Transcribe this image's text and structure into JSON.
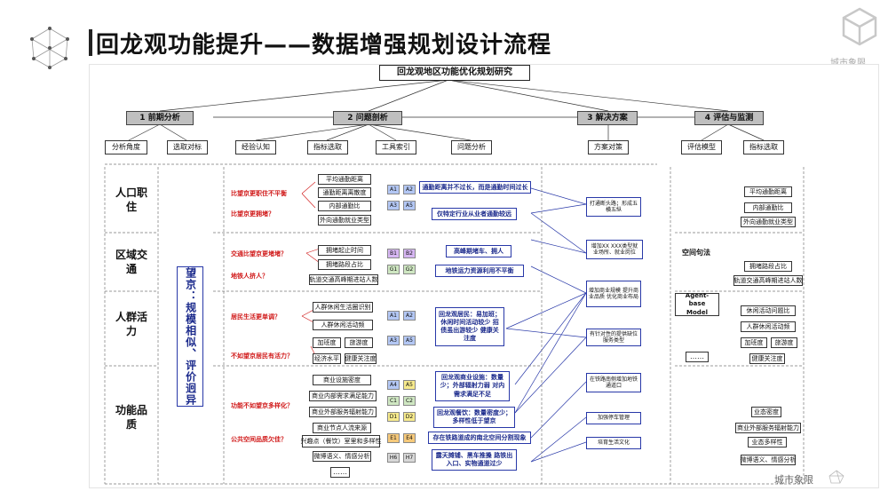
{
  "title": "回龙观功能提升——数据增强规划设计流程",
  "brand": "城市象限",
  "root": "回龙观地区功能优化规划研究",
  "stages": [
    "1 前期分析",
    "2 问题剖析",
    "3 解决方案",
    "4 评估与监测"
  ],
  "subs": [
    "分析角度",
    "选取对标",
    "经验认知",
    "指标选取",
    "工具索引",
    "问题分析",
    "方案对策",
    "评估模型",
    "指标选取"
  ],
  "rows": [
    "人口职住",
    "区域交通",
    "人群活力",
    "功能品质"
  ],
  "wangjing": "望京：规模相似、评价迥异",
  "questions": [
    "比望京更职住不平衡",
    "比望京更拥堵？",
    "交通比望京更堵堵？",
    "地铁人挤人？",
    "居民生活更单调？",
    "不如望京居民有活力？",
    "功能不如望京多样化？",
    "公共空间品质欠佳？"
  ],
  "indicators": [
    "平均通勤距离",
    "通勤距离离散度",
    "内部通勤比",
    "外向通勤就业类型",
    "拥堵起止时间",
    "拥堵路段占比",
    "轨道交通高峰期进站人数",
    "人群休闲生活圈识别",
    "人群休闲活动频",
    "加班度",
    "旅游度",
    "经济水平",
    "健康关注度",
    "商业设施密度",
    "商业内部需求满足能力",
    "商业外部服务辐射能力",
    "商业节点人流来源",
    "兴趣点（餐饮）室里和多样性",
    "微博语义、情感分析",
    "……"
  ],
  "tags": [
    "A1",
    "A2",
    "A3",
    "A5",
    "B1",
    "B2",
    "G1",
    "G2",
    "A1",
    "A2",
    "A3",
    "A5",
    "A4",
    "A5",
    "C1",
    "C2",
    "D1",
    "D2",
    "E1",
    "E4",
    "H6",
    "H7"
  ],
  "problems": [
    "通勤距离并不过长，而是通勤时间过长",
    "仅特定行业从业者通勤较远",
    "高峰期堵车、拥人",
    "地铁运力资源利用不平衡",
    "回龙观居民：易加班；休闲时间活动较少  招债虽出游较少  健康关注度",
    "回龙观商业设施：数量少；外部辐射力弱  对内需求满足不足",
    "回龙观餐饮：数量密度少；多样性低于望京",
    "存在铁路道成的南北空间分割现象",
    "露天摊铺、黑车推搡  路铁出入口、实物通道过少"
  ],
  "solutions": [
    "打通断头路；形成五横五纵",
    "增加XX XXX类型就业场所、就业岗位",
    "增加商业规模  提升商业品质  优化商业布局",
    "有针对性的提供缺位服务类型",
    "在铁路南侧增加地铁通道口",
    "加强停车管理",
    "培育生活文化"
  ],
  "eval_models": [
    "空间句法",
    "Agent-base Model",
    "……"
  ],
  "eval_indicators": [
    "平均通勤距离",
    "内部通勤比",
    "外向通勤就业类型",
    "拥堵路段占比",
    "轨道交通高峰期进站人数",
    "休闲活动问题比",
    "人群休闲活动频",
    "加班度",
    "旅游度",
    "健康关注度",
    "业态密度",
    "商业外部服务辐射能力",
    "业态多样性",
    "微博语义、情感分析"
  ]
}
